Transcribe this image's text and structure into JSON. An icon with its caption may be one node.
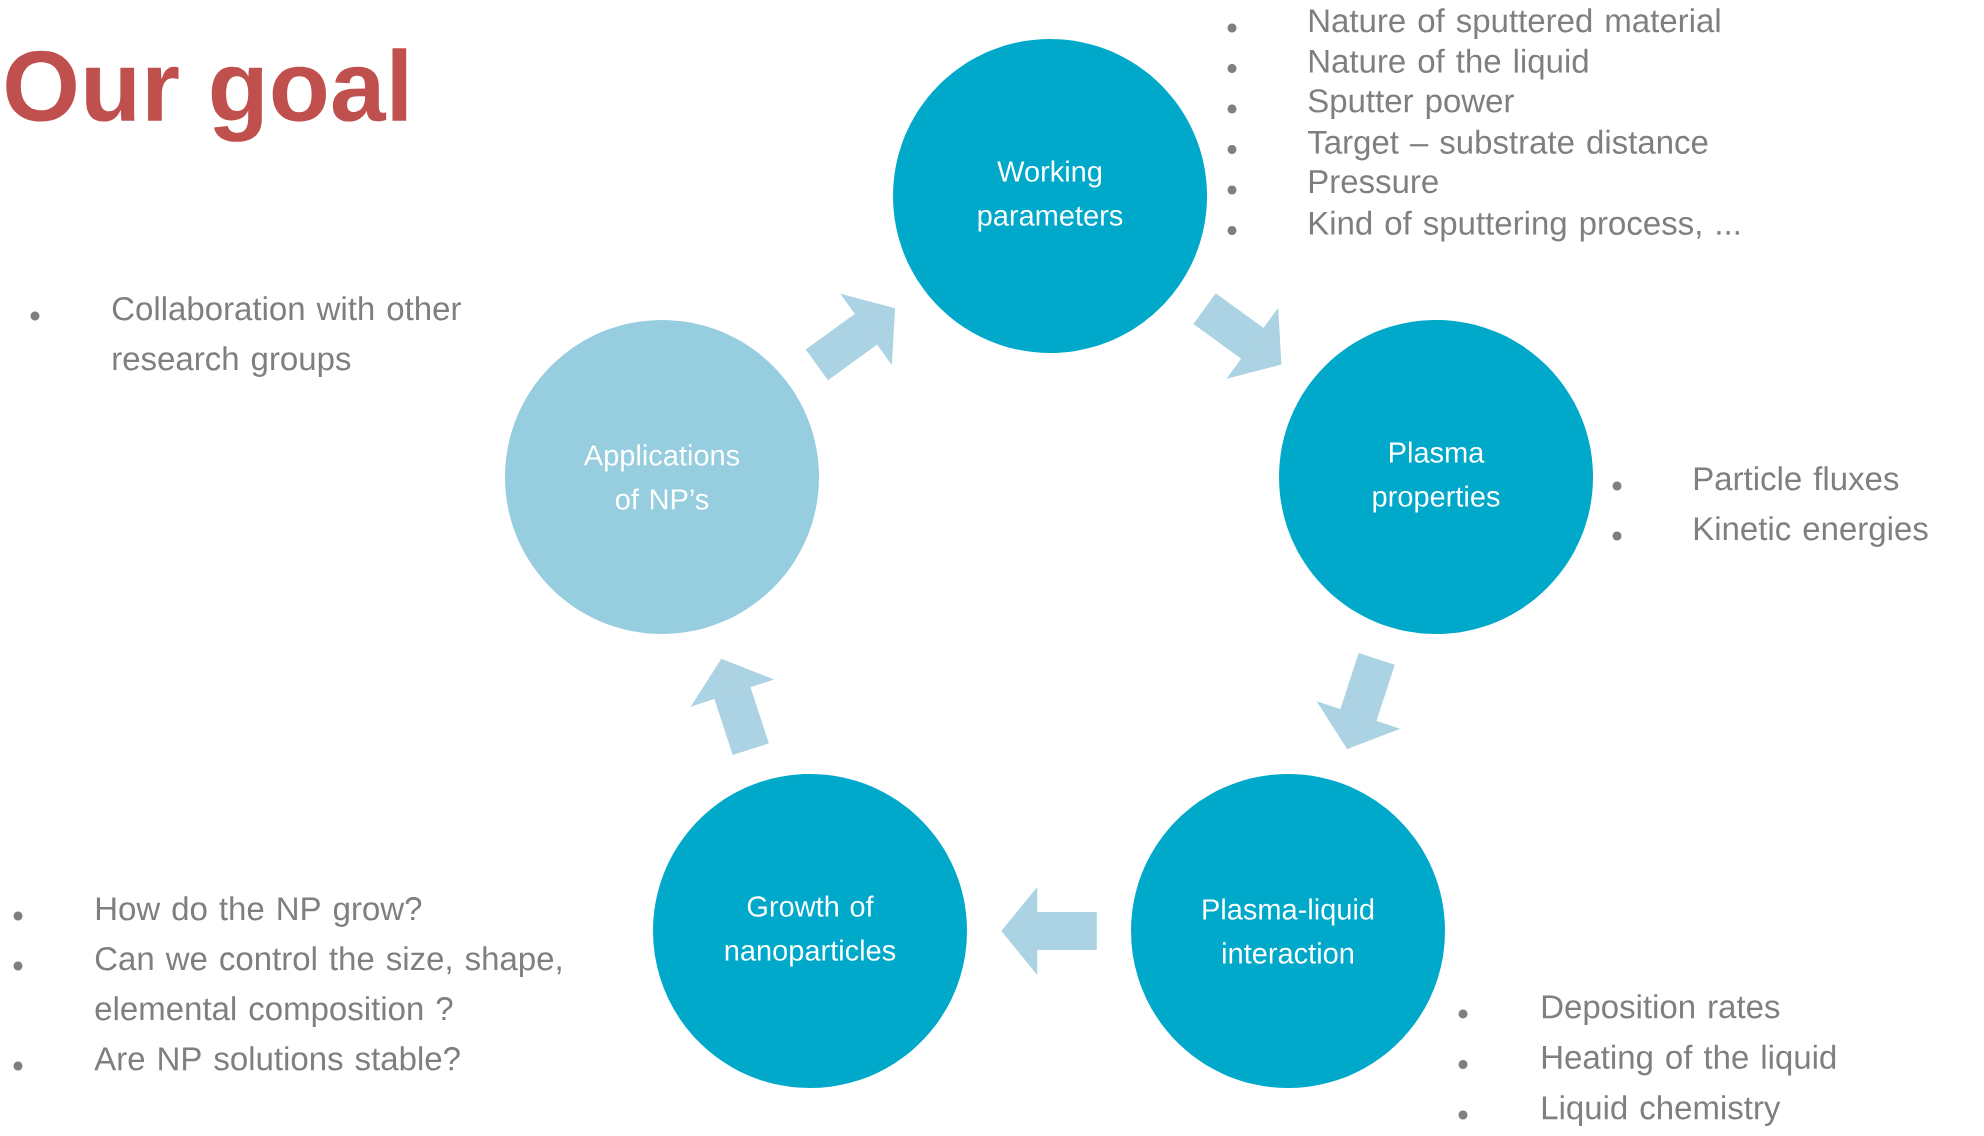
{
  "diagram": {
    "title": "Our goal",
    "nodes": [
      {
        "text": [
          "Working parameters"
        ],
        "beside": [
          "Nature of sputtered  material",
          "Nature of the liquid",
          "Sputter power",
          "Target – substrate distance",
          "Pressure",
          "Kind of sputtering process, ..."
        ]
      },
      {
        "text": [
          "Applications of NP’s"
        ],
        "beside": [
          "Collaboration with other research groups"
        ]
      },
      {
        "text": [
          "Plasma properties"
        ],
        "beside": [
          "Particle fluxes",
          "Kinetic energies"
        ]
      },
      {
        "text": [
          "Growth of nanoparticles"
        ],
        "beside": [
          "How do the NP grow?",
          "Can we control the size, shape, elemental composition ?",
          "Are NP solutions stable?"
        ]
      },
      {
        "text": [
          "Plasma-liquid interaction"
        ],
        "beside": [
          "Deposition rates",
          "Heating of the liquid",
          "Liquid chemistry"
        ]
      }
    ],
    "edges": [
      {
        "from": 0,
        "to": 2,
        "arrow": "to"
      },
      {
        "from": 2,
        "to": 4,
        "arrow": "to"
      },
      {
        "from": 4,
        "to": 3,
        "arrow": "to"
      },
      {
        "from": 3,
        "to": 1,
        "arrow": "to"
      },
      {
        "from": 1,
        "to": 0,
        "arrow": "to"
      }
    ]
  }
}
